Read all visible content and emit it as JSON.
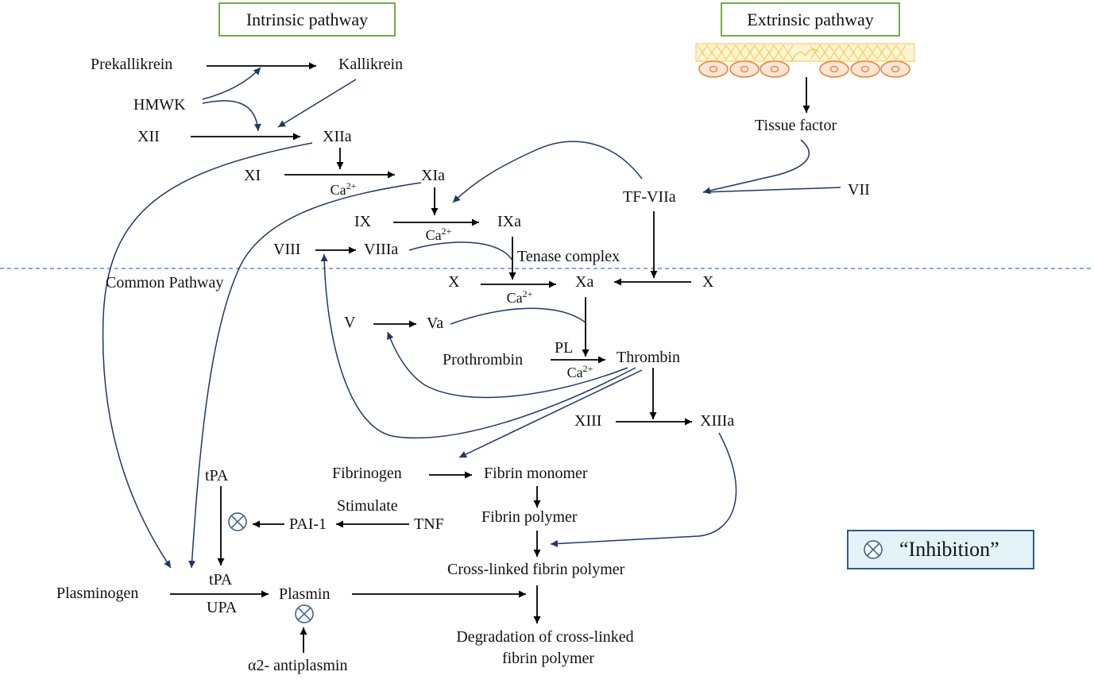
{
  "titles": {
    "intrinsic": "Intrinsic pathway",
    "extrinsic": "Extrinsic pathway"
  },
  "sections": {
    "common": "Common Pathway"
  },
  "nodes": {
    "prekallikrein": "Prekallikrein",
    "kallikrein": "Kallikrein",
    "hmwk": "HMWK",
    "xii": "XII",
    "xiia": "XIIa",
    "xi": "XI",
    "xia": "XIa",
    "ix": "IX",
    "ixa": "IXa",
    "viii": "VIII",
    "viiia": "VIIIa",
    "tenase": "Tenase complex",
    "tissue_factor": "Tissue factor",
    "vii": "VII",
    "tf_viia": "TF-VIIa",
    "x_left": "X",
    "xa": "Xa",
    "x_right": "X",
    "v": "V",
    "va": "Va",
    "prothrombin": "Prothrombin",
    "pl": "PL",
    "thrombin": "Thrombin",
    "xiii": "XIII",
    "xiiia": "XIIIa",
    "fibrinogen": "Fibrinogen",
    "fibrin_monomer": "Fibrin monomer",
    "fibrin_polymer": "Fibrin polymer",
    "crosslinked": "Cross-linked fibrin polymer",
    "degradation_1": "Degradation of cross-linked",
    "degradation_2": "fibrin polymer",
    "tpa_top": "tPA",
    "tpa_mid": "tPA",
    "upa": "UPA",
    "stimulate": "Stimulate",
    "pai1": "PAI-1",
    "tnf": "TNF",
    "plasminogen": "Plasminogen",
    "plasmin": "Plasmin",
    "antiplasmin": "α2- antiplasmin"
  },
  "cofactor": {
    "base": "Ca",
    "charge": "2+"
  },
  "legend": {
    "label": "“Inhibition”",
    "icon": "inhibition-icon"
  },
  "colors": {
    "arrow": "#000000",
    "feedback": "#1f3864",
    "divider": "#4472c4",
    "title_border": "#70ad47",
    "legend_border": "#2e5b88",
    "legend_fill": "#e3f2f7",
    "cell_fill": "#fbe5d6",
    "cell_stroke": "#ed7d31",
    "matrix": "#f4c542"
  }
}
